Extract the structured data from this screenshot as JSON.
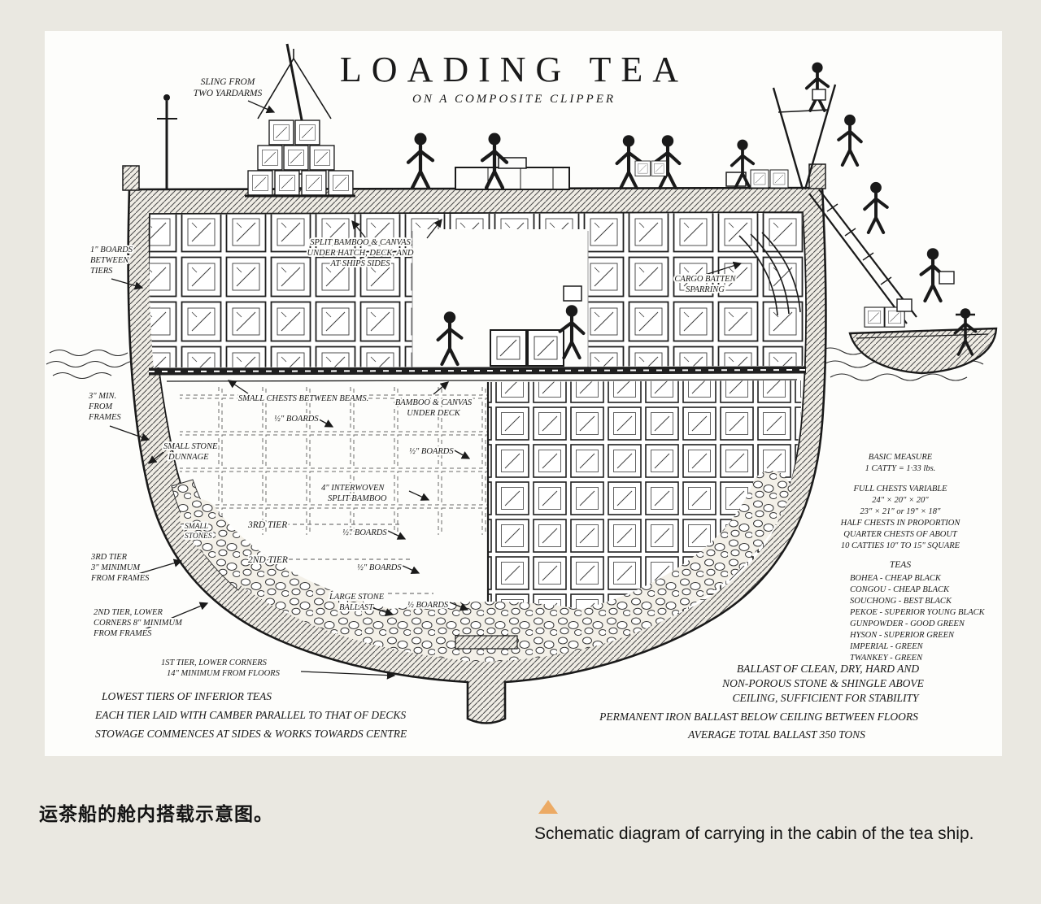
{
  "page": {
    "background": "#eae8e1",
    "panel_background": "#fdfdfb",
    "ink": "#1a1a1a",
    "accent_triangle": "#ecaa64"
  },
  "diagram": {
    "title": "LOADING TEA",
    "subtitle": "ON A COMPOSITE CLIPPER",
    "sling": [
      "SLING FROM",
      "TWO YARDARMS"
    ],
    "boards_between_tiers": [
      "1\" BOARDS",
      "BETWEEN",
      "TIERS"
    ],
    "min_from_frames": [
      "3\" MIN.",
      "FROM",
      "FRAMES"
    ],
    "split_bamboo": [
      "SPLIT BAMBOO & CANVAS",
      "UNDER HATCH, DECK, AND",
      "AT SHIPS SIDES"
    ],
    "cargo_batten": [
      "CARGO BATTEN",
      "SPARRING"
    ],
    "small_chests_beams": "SMALL CHESTS BETWEEN BEAMS.",
    "bamboo_under_deck": [
      "BAMBOO & CANVAS",
      "UNDER DECK"
    ],
    "half_boards": "½\" BOARDS",
    "half_boards_plain": "½ BOARDS",
    "small_stone_dunnage": [
      "SMALL STONE",
      "DUNNAGE"
    ],
    "interwoven": [
      "4\" INTERWOVEN",
      "SPLIT BAMBOO"
    ],
    "small_stones": [
      "SMALL",
      "STONES"
    ],
    "third_tier": "3RD TIER",
    "second_tier": "2ND TIER",
    "large_stone_ballast": [
      "LARGE STONE",
      "BALLAST"
    ],
    "third_tier_min": [
      "3RD TIER",
      "3\" MINIMUM",
      "FROM FRAMES"
    ],
    "second_tier_min": [
      "2ND TIER, LOWER",
      "CORNERS 8\" MINIMUM",
      "FROM FRAMES"
    ],
    "first_tier_min": [
      "1ST TIER, LOWER CORNERS",
      "14\" MINIMUM FROM FLOORS"
    ],
    "basic_measure": [
      "BASIC MEASURE",
      "1 CATTY = 1·33 lbs."
    ],
    "chest_sizes": [
      "FULL CHESTS VARIABLE",
      "24\" × 20\" × 20\"",
      "23\" × 21\" or 19\" × 18\"",
      "HALF CHESTS IN PROPORTION",
      "QUARTER CHESTS OF ABOUT",
      "10 CATTIES 10\" TO 15\" SQUARE"
    ],
    "teas_title": "TEAS",
    "teas": [
      "BOHEA - CHEAP BLACK",
      "CONGOU - CHEAP BLACK",
      "SOUCHONG - BEST BLACK",
      "PEKOE - SUPERIOR YOUNG BLACK",
      "GUNPOWDER - GOOD GREEN",
      "HYSON  -  SUPERIOR GREEN",
      "IMPERIAL  -  GREEN",
      "TWANKEY  -  GREEN"
    ],
    "bottom_left": [
      "LOWEST TIERS OF INFERIOR TEAS",
      "EACH TIER LAID WITH CAMBER PARALLEL TO THAT OF DECKS",
      "STOWAGE COMMENCES AT SIDES & WORKS TOWARDS CENTRE"
    ],
    "ballast_note": [
      "BALLAST OF CLEAN, DRY, HARD AND",
      "NON-POROUS STONE & SHINGLE ABOVE",
      "CEILING, SUFFICIENT FOR STABILITY",
      "PERMANENT IRON BALLAST BELOW CEILING BETWEEN FLOORS",
      "AVERAGE TOTAL BALLAST 350 TONS"
    ]
  },
  "captions": {
    "chinese": "运茶船的舱内搭载示意图。",
    "english": "Schematic diagram of carrying in the cabin of the tea ship."
  }
}
